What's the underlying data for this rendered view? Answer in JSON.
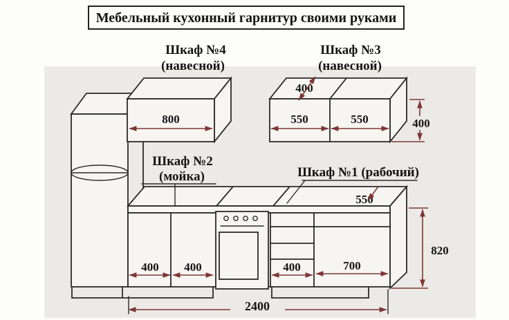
{
  "title": "Мебельный кухонный гарнитур своими руками",
  "cabinet4": {
    "name": "Шкаф №4",
    "type": "(навесной)",
    "width_mm": "800"
  },
  "cabinet3": {
    "name": "Шкаф №3",
    "type": "(навесной)",
    "depth_mm": "400",
    "left_section_mm": "550",
    "right_section_mm": "550",
    "height_mm": "400"
  },
  "cabinet2": {
    "name": "Шкаф №2",
    "type": "(мойка)",
    "left_door_mm": "400",
    "right_door_mm": "400"
  },
  "cabinet1": {
    "name": "Шкаф №1 (рабочий)",
    "counter_depth_mm": "550",
    "drawers_mm": "400",
    "door_mm": "700",
    "height_mm": "820"
  },
  "total_width_mm": "2400",
  "colors": {
    "dimension_line": "#7d3636",
    "drawing_line": "#2a2a28",
    "panel_bg": "#eceae6",
    "page_bg": "#fdfdfb",
    "face_fill": "#f7f5f2"
  }
}
